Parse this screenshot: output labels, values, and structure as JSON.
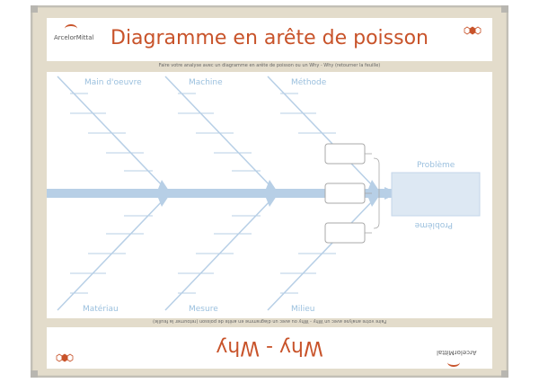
{
  "header": {
    "title": "Diagramme en arête de poisson",
    "subtitle": "Faire votre analyse avec un diagramme en arête de poisson ou un Why - Why (retourner la feuille)",
    "logo_text": "ArcelorMittal"
  },
  "fishbone": {
    "categories_top": [
      "Main d'oeuvre",
      "Machine",
      "Méthode"
    ],
    "categories_bottom": [
      "Matériau",
      "Mesure",
      "Milieu"
    ],
    "problem_label": "Problème",
    "problem_label_flipped": "Problème"
  },
  "footer": {
    "title": "Why - Why",
    "subtitle": "Faire votre analyse avec un Why - Why ou avec un diagramme en arête de poisson (retourner la feuille)",
    "logo_text": "ArcelorMittal"
  },
  "colors": {
    "accent": "#c8532a",
    "diagram_blue": "#b7cfe6",
    "label_blue": "#9bc0de",
    "frame": "#e3dccb"
  }
}
